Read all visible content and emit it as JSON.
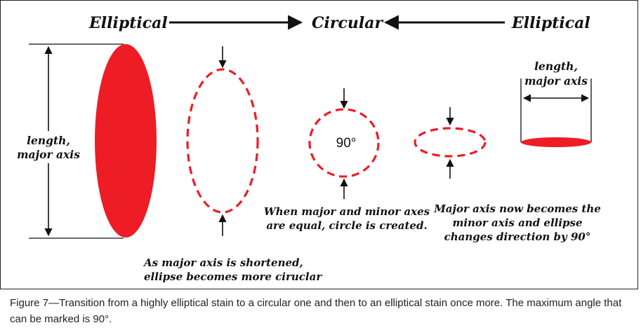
{
  "headings": {
    "left": "Elliptical",
    "center": "Circular",
    "right": "Elliptical"
  },
  "labels": {
    "left_axis_line1": "length,",
    "left_axis_line2": "major axis",
    "right_axis_line1": "length,",
    "right_axis_line2": "major axis",
    "angle": "90°"
  },
  "notes": {
    "shortened_line1": "As major axis is shortened,",
    "shortened_line2": "ellipse becomes more ciruclar",
    "equal_line1": "When major and minor axes",
    "equal_line2": "are equal, circle is created.",
    "direction_line1": "Major axis now becomes the",
    "direction_line2": "minor axis and  ellipse",
    "direction_line3": "changes direction by 90°"
  },
  "caption": "Figure 7—Transition from a highly elliptical stain to a circular one and then to an elliptical stain once more.  The maximum angle that can be marked is 90°.",
  "colors": {
    "stain": "#ee1c25",
    "ink": "#111111"
  }
}
